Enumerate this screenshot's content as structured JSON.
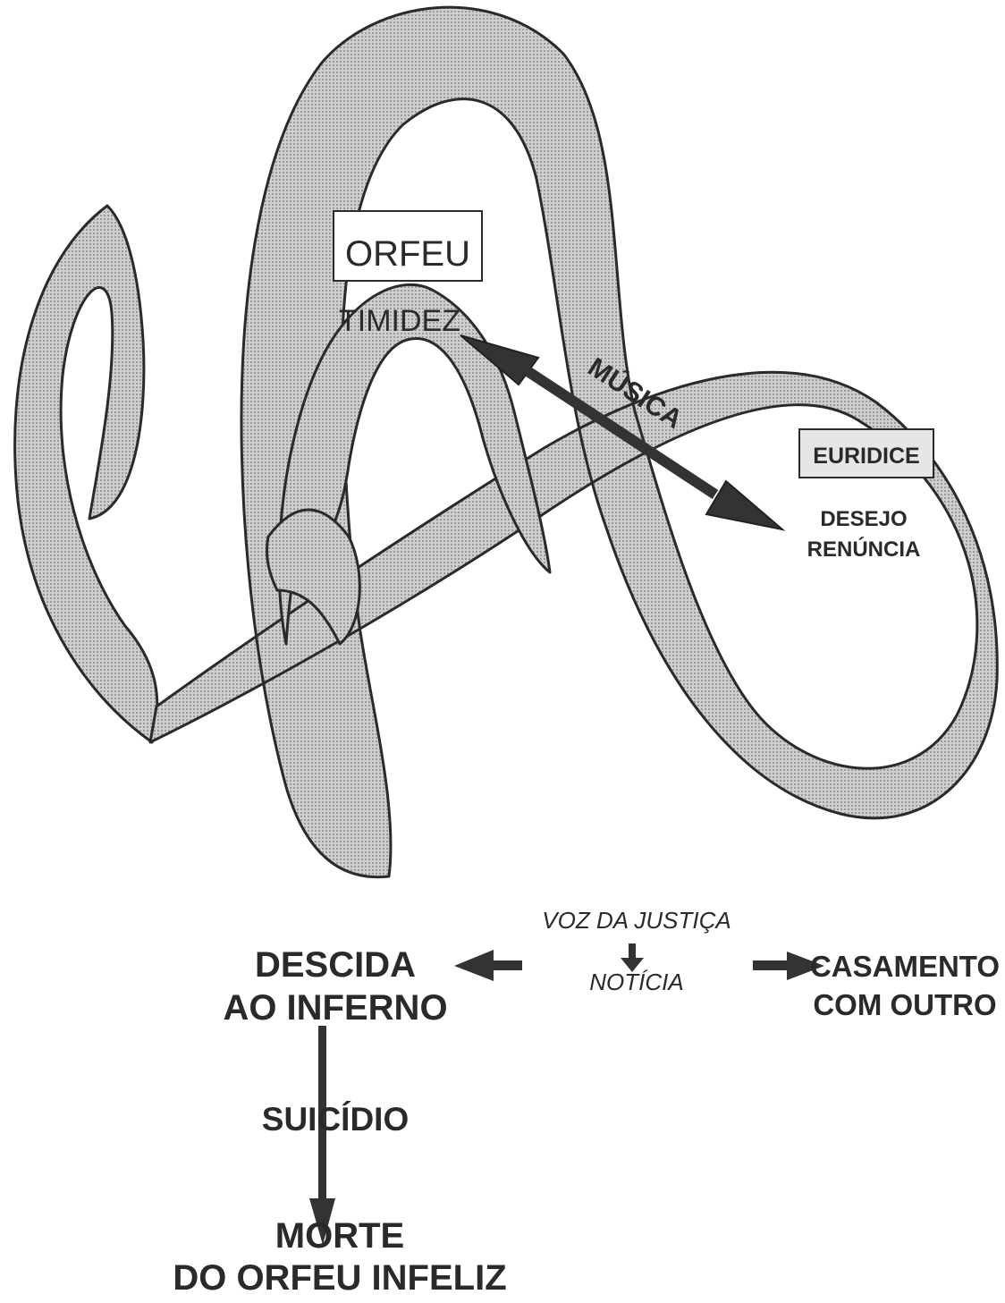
{
  "orfeu": {
    "label": "ORFEU",
    "trait": "TIMIDEZ"
  },
  "musica": {
    "label": "MÚSICA"
  },
  "euridice": {
    "label": "EURIDICE",
    "trait_line1": "DESEJO",
    "trait_line2": "RENÚNCIA"
  },
  "voz": {
    "label": "VOZ DA JUSTIÇA"
  },
  "noticia": {
    "label": "NOTÍCIA"
  },
  "descida": {
    "line1": "DESCIDA",
    "line2": "AO INFERNO"
  },
  "casamento": {
    "line1": "CASAMENTO",
    "line2": "COM OUTRO"
  },
  "suicidio": {
    "label": "SUICÍDIO"
  },
  "morte": {
    "line1": "MORTE",
    "line2": "DO ORFEU INFELIZ"
  },
  "colors": {
    "ribbon_fill": "#c4c4c4",
    "ink": "#2a2a2a",
    "box_fill": "#e6e6e6"
  }
}
